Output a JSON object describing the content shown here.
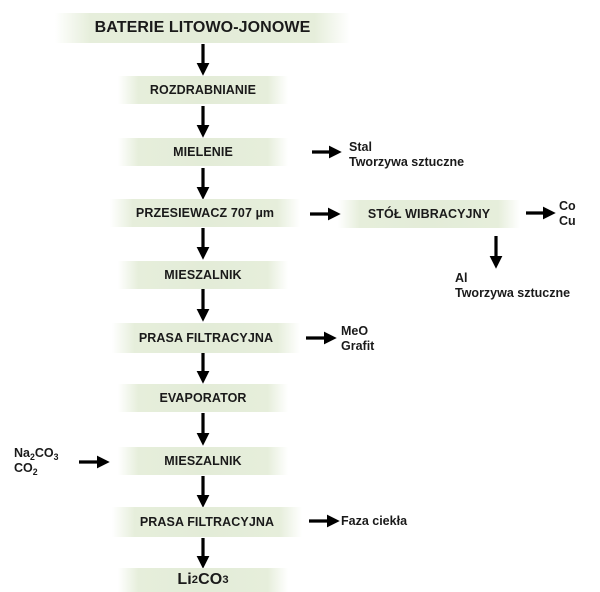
{
  "diagram": {
    "title": "BATERIE LITOWO-JONOWE",
    "steps": {
      "s1": "ROZDRABNIANIE",
      "s2": "MIELENIE",
      "s3": "PRZESIEWACZ 707 µm",
      "s4": "MIESZALNIK",
      "s5": "PRASA FILTRACYJNA",
      "s6": "EVAPORATOR",
      "s7": "MIESZALNIK",
      "s8": "PRASA FILTRACYJNA"
    },
    "final": {
      "base": "Li",
      "sub1": "2",
      "mid": "CO",
      "sub2": "3"
    },
    "side": {
      "mielenie_out": [
        "Stal",
        "Tworzywa sztuczne"
      ],
      "table": "STÓŁ WIBRACYJNY",
      "table_right": [
        "Co",
        "Cu"
      ],
      "table_down": [
        "Al",
        "Tworzywa sztuczne"
      ],
      "prasa1_out": [
        "MeO",
        "Grafit"
      ],
      "prasa2_out": "Faza ciekła"
    },
    "inputs": {
      "line1": {
        "a": "Na",
        "a_sub": "2",
        "b": "CO",
        "b_sub": "3"
      },
      "line2": {
        "a": "CO",
        "a_sub": "2"
      }
    }
  }
}
